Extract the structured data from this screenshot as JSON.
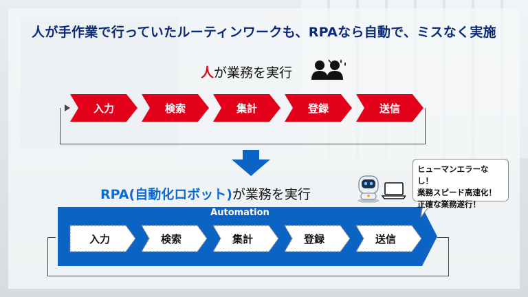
{
  "headline": "人が手作業で行っていたルーティンワークも、RPAなら自動で、ミスなく実施",
  "human_section": {
    "title_accent": "人",
    "title_rest": "が業務を実行",
    "steps": [
      "入力",
      "検索",
      "集計",
      "登録",
      "送信"
    ],
    "step_color": "#e3001b"
  },
  "rpa_section": {
    "title_accent": "RPA(自動化ロボット)",
    "title_rest": "が業務を実行",
    "band_label": "Automation",
    "band_color": "#0b63c4",
    "steps": [
      "入力",
      "検索",
      "集計",
      "登録",
      "送信"
    ]
  },
  "callout": {
    "lines": [
      "ヒューマンエラーなし！",
      "業務スピード高速化！",
      "正確な業務遂行！"
    ]
  },
  "icons": [
    "people-icon",
    "robot-icon",
    "laptop-icon",
    "down-arrow-icon"
  ],
  "colors": {
    "headline": "#0b2a78",
    "accent_red": "#e0001b",
    "accent_blue": "#0a6ad0"
  }
}
